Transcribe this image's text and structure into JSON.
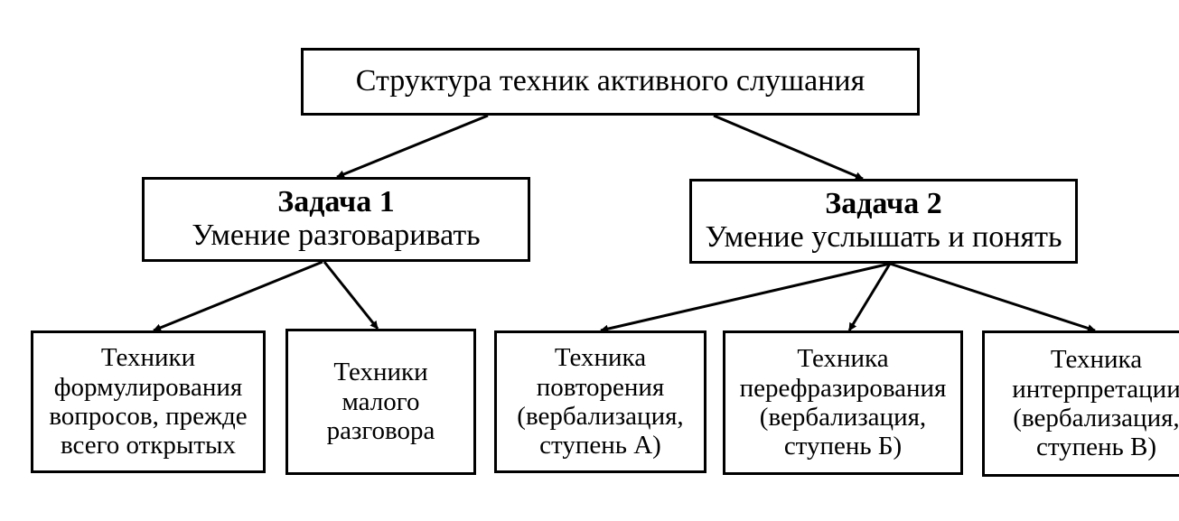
{
  "root": {
    "label": "Структура техник активного слушания"
  },
  "tasks": [
    {
      "title": "Задача 1",
      "subtitle": "Умение разговаривать"
    },
    {
      "title": "Задача 2",
      "subtitle": "Умение услышать и понять"
    }
  ],
  "techniques": [
    {
      "lines": [
        "Техники",
        "формулирования",
        "вопросов, прежде",
        "всего открытых"
      ]
    },
    {
      "lines": [
        "Техники",
        "малого",
        "разговора"
      ]
    },
    {
      "lines": [
        "Техника",
        "повторения",
        "(вербализация,",
        "ступень А)"
      ]
    },
    {
      "lines": [
        "Техника",
        "перефразирования",
        "(вербализация,",
        "ступень Б)"
      ]
    },
    {
      "lines": [
        "Техника",
        "интерпретации",
        "(вербализация,",
        "ступень В)"
      ]
    }
  ]
}
